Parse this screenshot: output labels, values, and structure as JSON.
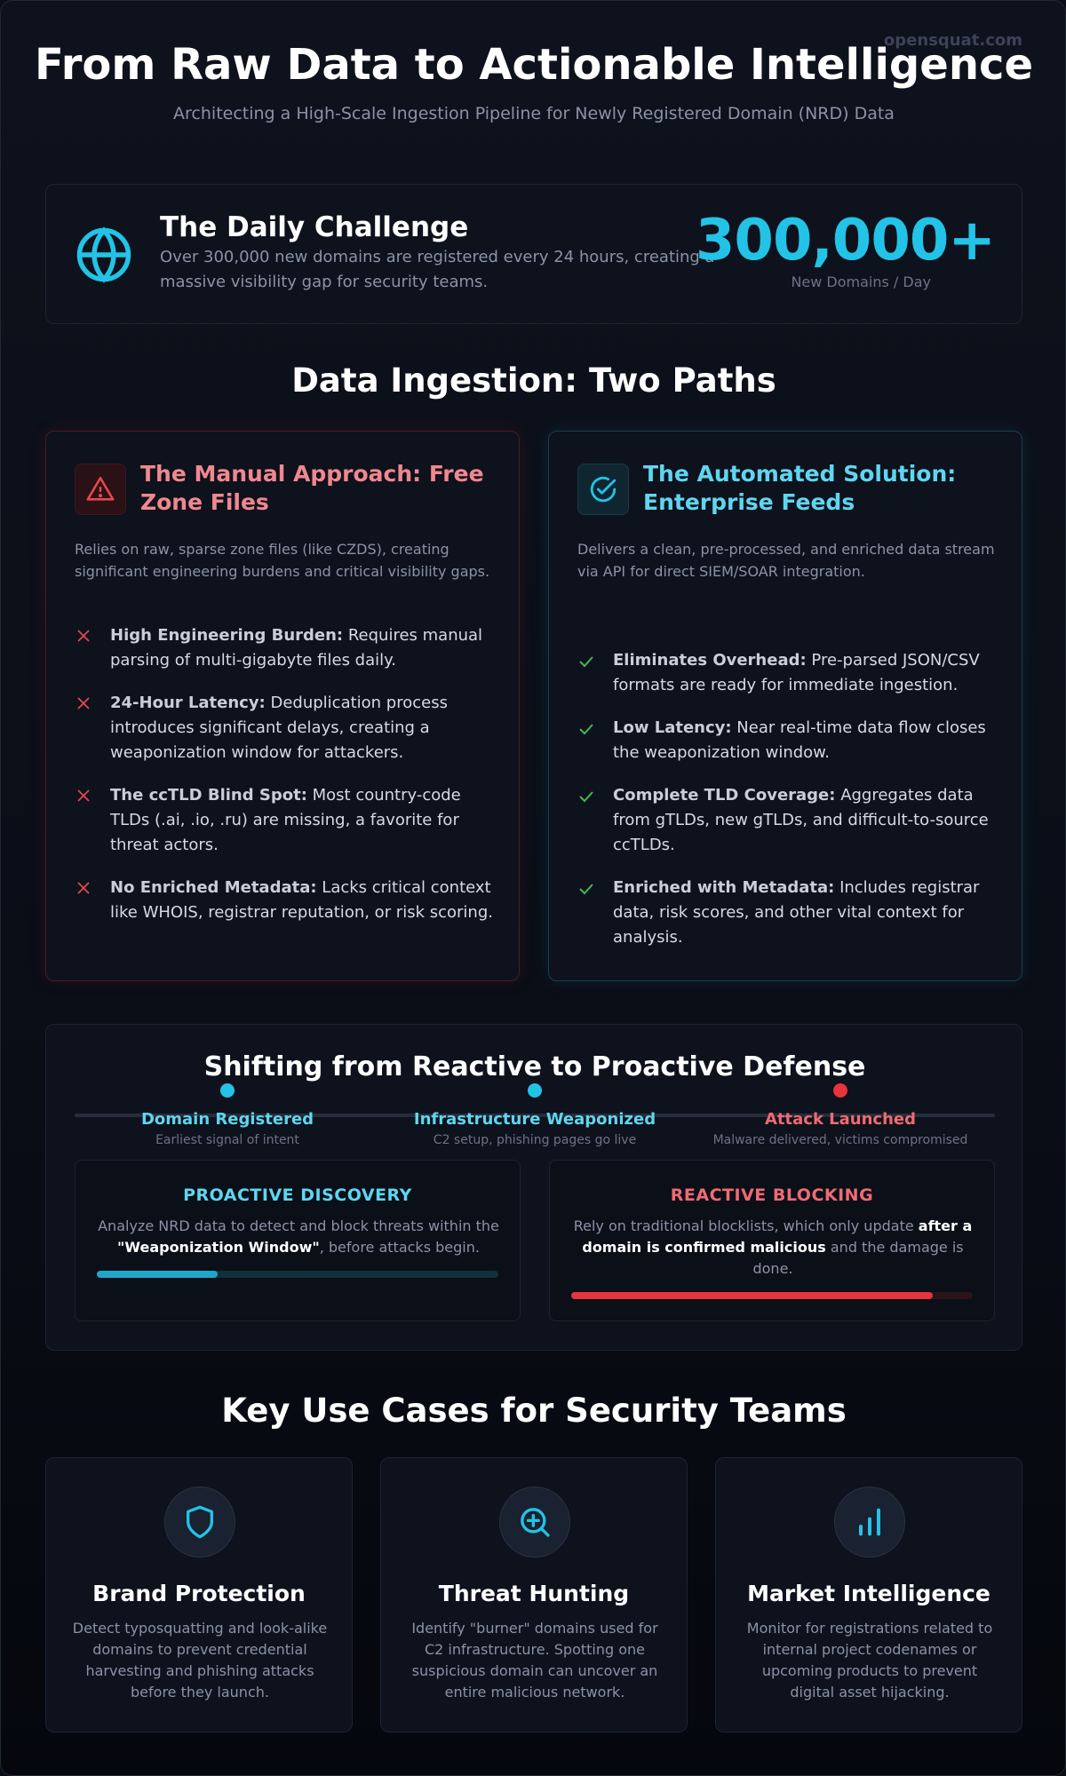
{
  "watermark": "opensquat.com",
  "header": {
    "title": "From Raw Data to Actionable Intelligence",
    "subtitle": "Architecting a High-Scale Ingestion Pipeline for Newly Registered Domain (NRD) Data"
  },
  "challenge": {
    "title": "The Daily Challenge",
    "text": "Over 300,000 new domains are registered every 24 hours, creating a massive visibility gap for security teams.",
    "stat_value": "300,000+",
    "stat_label": "New Domains / Day",
    "icon": "globe-icon"
  },
  "ingestion": {
    "heading": "Data Ingestion: Two Paths",
    "manual": {
      "title": "The Manual Approach: Free Zone Files",
      "description": "Relies on raw, sparse zone files (like CZDS), creating significant engineering burdens and critical visibility gaps.",
      "icon": "warning-icon",
      "bullets": [
        {
          "bold": "High Engineering Burden:",
          "text": " Requires manual parsing of multi-gigabyte files daily."
        },
        {
          "bold": "24-Hour Latency:",
          "text": " Deduplication process introduces significant delays, creating a weaponization window for attackers."
        },
        {
          "bold": "The ccTLD Blind Spot:",
          "text": " Most country-code TLDs (.ai, .io, .ru) are missing, a favorite for threat actors."
        },
        {
          "bold": "No Enriched Metadata:",
          "text": " Lacks critical context like WHOIS, registrar reputation, or risk scoring."
        }
      ]
    },
    "automated": {
      "title": "The Automated Solution: Enterprise Feeds",
      "description": "Delivers a clean, pre-processed, and enriched data stream via API for direct SIEM/SOAR integration.",
      "icon": "check-circle-icon",
      "bullets": [
        {
          "bold": "Eliminates Overhead:",
          "text": " Pre-parsed JSON/CSV formats are ready for immediate ingestion."
        },
        {
          "bold": "Low Latency:",
          "text": " Near real-time data flow closes the weaponization window."
        },
        {
          "bold": "Complete TLD Coverage:",
          "text": " Aggregates data from gTLDs, new gTLDs, and difficult-to-source ccTLDs."
        },
        {
          "bold": "Enriched with Metadata:",
          "text": " Includes registrar data, risk scores, and other vital context for analysis."
        }
      ]
    }
  },
  "shift": {
    "title": "Shifting from Reactive to Proactive Defense",
    "timeline": [
      {
        "label": "Domain Registered",
        "sub": "Earliest signal of intent",
        "color": "#22c3e6"
      },
      {
        "label": "Infrastructure Weaponized",
        "sub": "C2 setup, phishing pages go live",
        "color": "#22c3e6"
      },
      {
        "label": "Attack Launched",
        "sub": "Malware delivered, victims compromised",
        "color": "#e5343d"
      }
    ],
    "proactive": {
      "title": "PROACTIVE DISCOVERY",
      "text_before": "Analyze NRD data to detect and block threats within the ",
      "text_bold": "\"Weaponization Window\"",
      "text_after": ", before attacks begin.",
      "progress": 0.3,
      "color": "#22c3e6"
    },
    "reactive": {
      "title": "REACTIVE BLOCKING",
      "text_before": "Rely on traditional blocklists, which only update ",
      "text_bold": "after a domain is confirmed malicious",
      "text_after": " and the damage is done.",
      "progress": 0.9,
      "color": "#e5343d"
    }
  },
  "use_cases": {
    "heading": "Key Use Cases for Security Teams",
    "items": [
      {
        "title": "Brand Protection",
        "text": "Detect typosquatting and look-alike domains to prevent credential harvesting and phishing attacks before they launch.",
        "icon": "shield-icon"
      },
      {
        "title": "Threat Hunting",
        "text": "Identify \"burner\" domains used for C2 infrastructure. Spotting one suspicious domain can uncover an entire malicious network.",
        "icon": "search-plus-icon"
      },
      {
        "title": "Market Intelligence",
        "text": "Monitor for registrations related to internal project codenames or upcoming products to prevent digital asset hijacking.",
        "icon": "bar-chart-icon"
      }
    ]
  },
  "colors": {
    "accent": "#22c3e6",
    "danger": "#e5343d",
    "success": "#3fb950",
    "background": "#0a0e17"
  }
}
